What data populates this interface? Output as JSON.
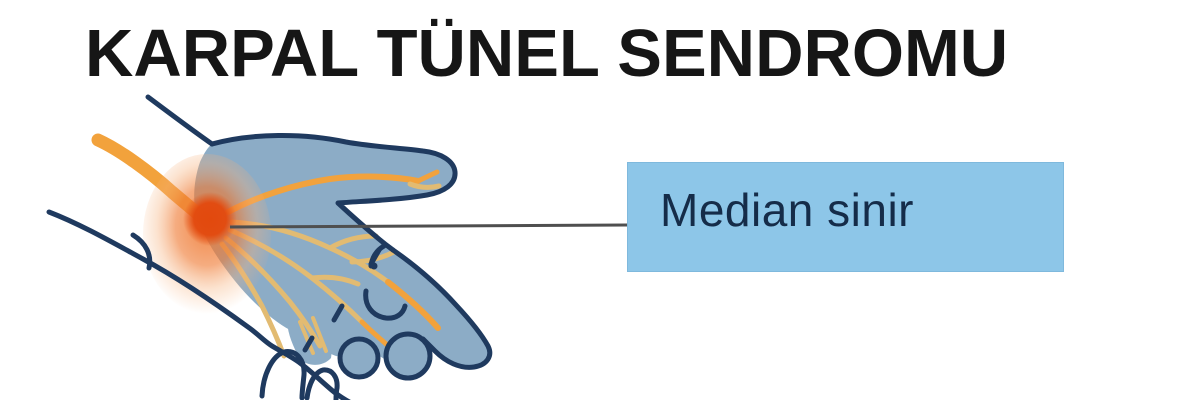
{
  "title": {
    "text": "KARPAL TÜNEL SENDROMU"
  },
  "callout": {
    "label": "Median sinir"
  },
  "illustration": {
    "name": "hand-with-median-nerve",
    "parts": [
      "forearm-outline",
      "hand-cross-section",
      "median-nerve-trunk",
      "nerve-branches",
      "inflammation-site",
      "callout-line"
    ]
  },
  "colors": {
    "background": "#FFFFFF",
    "title_text": "#161616",
    "outline_navy": "#1F3A5F",
    "hand_fill": "#8CACC6",
    "nerve_strong": "#F2A23C",
    "nerve_soft": "#E2BB72",
    "glow_core": "#E2490E",
    "glow_mid": "#EF7A33",
    "glow_outer": "#F6B07A",
    "callout_line": "#4F4F4F",
    "label_bg": "#8DC6E8",
    "label_text": "#152C49",
    "label_border": "#7FB9DD"
  }
}
